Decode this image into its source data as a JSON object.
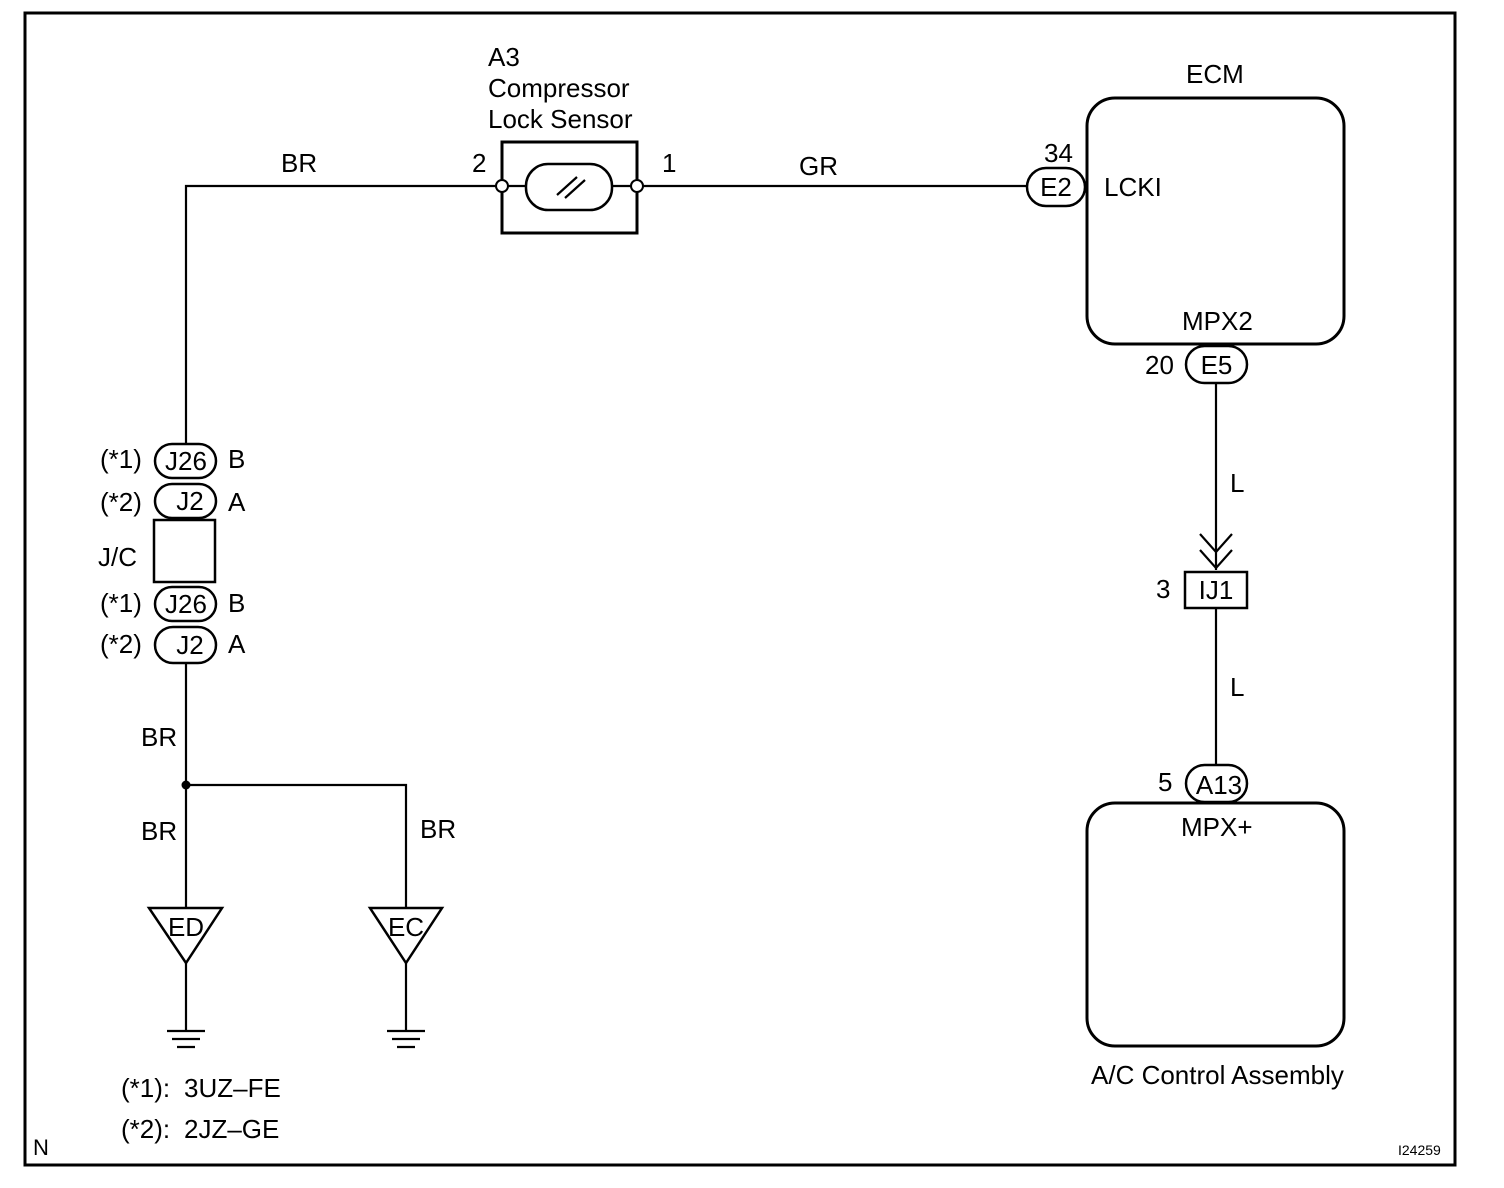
{
  "frame": {
    "corner_letter": "N",
    "figure_id": "I24259"
  },
  "sensor": {
    "ref": "A3",
    "name_line1": "Compressor",
    "name_line2": "Lock Sensor",
    "pin_left": "2",
    "pin_right": "1"
  },
  "ecm": {
    "title": "ECM",
    "in_pin": "34",
    "in_connector": "E2",
    "in_terminal": "LCKI",
    "out_terminal": "MPX2",
    "out_pin": "20",
    "out_connector": "E5"
  },
  "junction": {
    "label": "J/C",
    "upper": [
      {
        "note": "(*1)",
        "connector": "J26",
        "pin": "B"
      },
      {
        "note": "(*2)",
        "connector": "J2",
        "pin": "A"
      }
    ],
    "lower": [
      {
        "note": "(*1)",
        "connector": "J26",
        "pin": "B"
      },
      {
        "note": "(*2)",
        "connector": "J2",
        "pin": "A"
      }
    ]
  },
  "splice": {
    "pin": "3",
    "connector": "IJ1"
  },
  "ac_control": {
    "pin": "5",
    "connector": "A13",
    "terminal": "MPX+",
    "title": "A/C Control Assembly"
  },
  "grounds": [
    {
      "label": "ED"
    },
    {
      "label": "EC"
    }
  ],
  "wires": {
    "sensor_left": "BR",
    "sensor_right": "GR",
    "ecm_to_splice": "L",
    "splice_to_ac": "L",
    "jc_down": "BR",
    "ground_left": "BR",
    "ground_right": "BR"
  },
  "notes": [
    {
      "tag": "(*1):",
      "text": "3UZ–FE"
    },
    {
      "tag": "(*2):",
      "text": "2JZ–GE"
    }
  ]
}
